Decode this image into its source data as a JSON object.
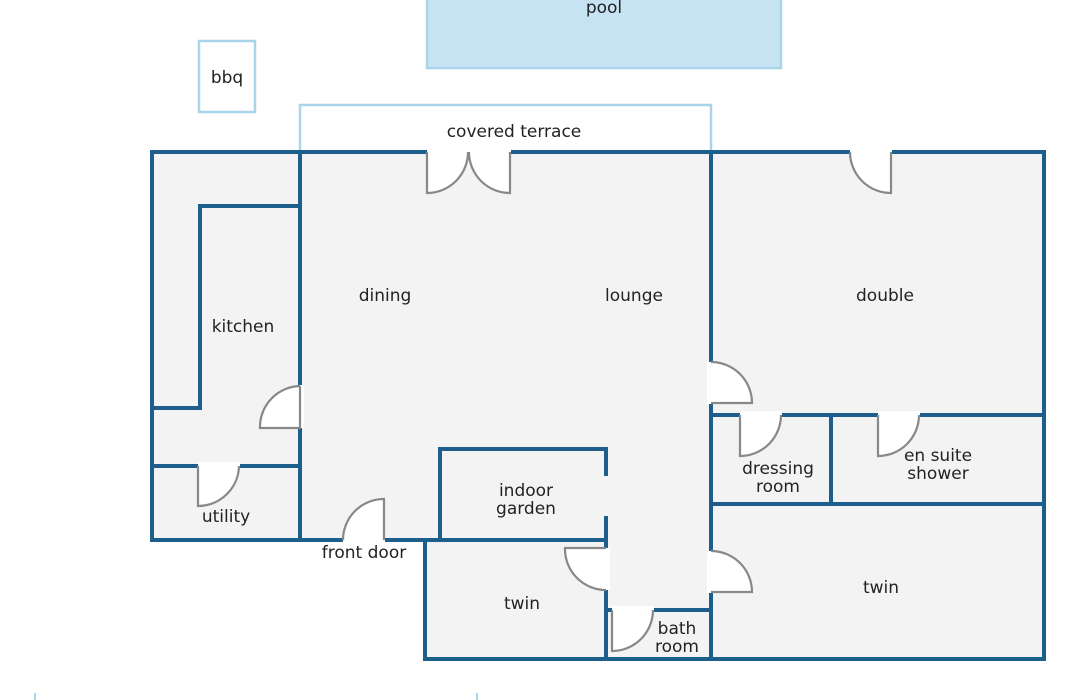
{
  "labels": {
    "pool": "pool",
    "bbq": "bbq",
    "covered_terrace": "covered terrace",
    "kitchen": "kitchen",
    "dining": "dining",
    "lounge": "lounge",
    "double": "double",
    "utility": "utility",
    "front_door": "front door",
    "indoor_garden_1": "indoor",
    "indoor_garden_2": "garden",
    "dressing_room_1": "dressing",
    "dressing_room_2": "room",
    "en_suite_1": "en suite",
    "en_suite_2": "shower",
    "twin_left": "twin",
    "twin_right": "twin",
    "bath_room_1": "bath",
    "bath_room_2": "room"
  },
  "colors": {
    "wall": "#1c5f8c",
    "outdoor_outline": "#a9d4ea",
    "pool_fill": "#c6e3f4",
    "floor": "#f3f3f3",
    "door": "#888888"
  }
}
